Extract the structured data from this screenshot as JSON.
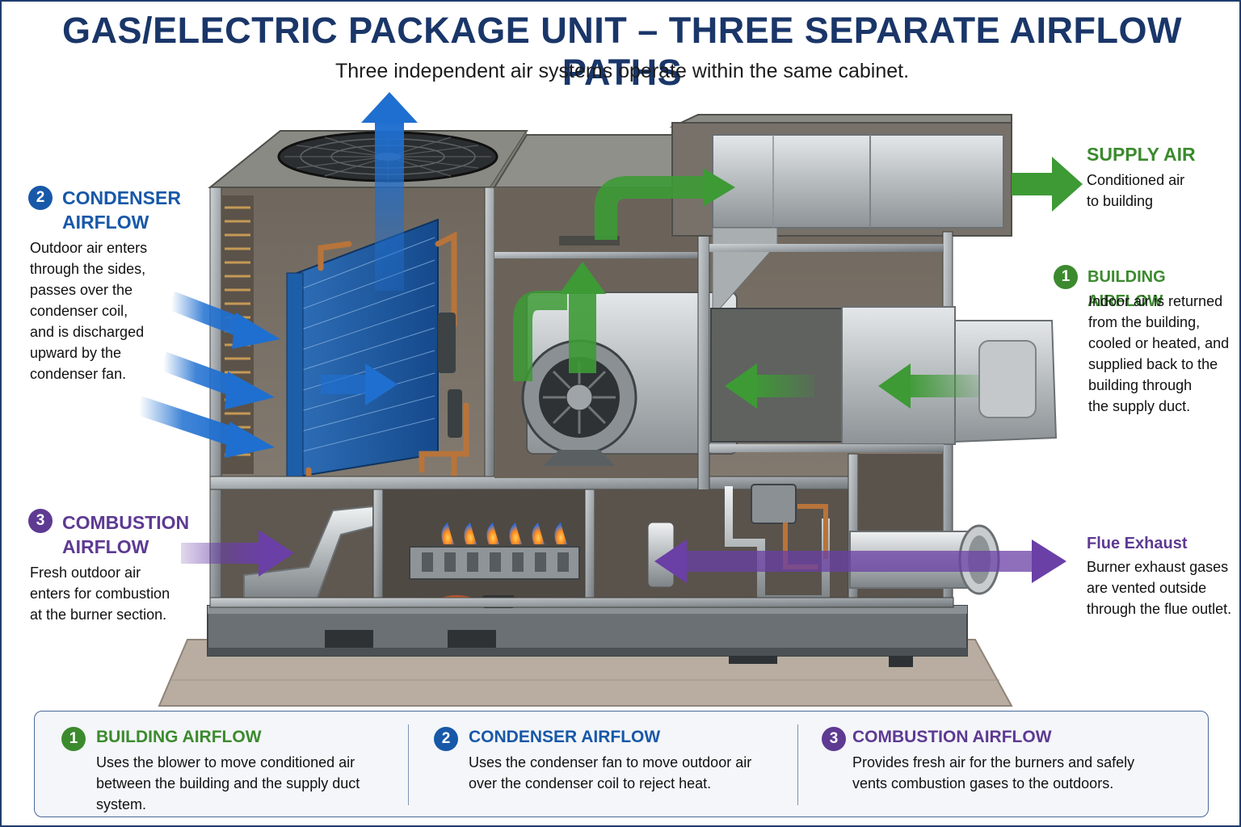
{
  "header": {
    "title": "GAS/ELECTRIC PACKAGE UNIT – THREE SEPARATE AIRFLOW PATHS",
    "subtitle": "Three independent air systems operate within the same cabinet."
  },
  "colors": {
    "navy": "#1a3669",
    "building_green": "#3c8a2e",
    "condenser_blue": "#1858a8",
    "combustion_purple": "#5e3a92"
  },
  "callouts": {
    "condenser": {
      "number": "2",
      "title_line1": "CONDENSER",
      "title_line2": "AIRFLOW",
      "desc": [
        "Outdoor air enters",
        "through the sides,",
        "passes over the",
        "condenser coil,",
        "and is discharged",
        "upward by the",
        "condenser fan."
      ]
    },
    "combustion": {
      "number": "3",
      "title_line1": "COMBUSTION",
      "title_line2": "AIRFLOW",
      "desc": [
        "Fresh outdoor air",
        "enters for combustion",
        "at the burner section."
      ]
    },
    "supply": {
      "title": "SUPPLY AIR",
      "desc": [
        "Conditioned air",
        "to building"
      ]
    },
    "building": {
      "number": "1",
      "title": "BUILDING AIRFLOW",
      "desc": [
        "Indoor air is returned",
        "from the building,",
        "cooled or heated, and",
        "supplied back to the",
        "building through",
        "the supply duct."
      ]
    },
    "flue": {
      "title": "Flue Exhaust",
      "desc": [
        "Burner exhaust gases",
        "are vented outside",
        "through the flue outlet."
      ]
    }
  },
  "legend": [
    {
      "number": "1",
      "title": "BUILDING AIRFLOW",
      "desc": [
        "Uses the blower to move conditioned air",
        "between the building and the supply duct",
        "system."
      ]
    },
    {
      "number": "2",
      "title": "CONDENSER AIRFLOW",
      "desc": [
        "Uses the condenser fan to move outdoor air",
        "over the condenser coil to reject heat."
      ]
    },
    {
      "number": "3",
      "title": "COMBUSTION AIRFLOW",
      "desc": [
        "Provides fresh air for the burners and safely",
        "vents combustion gases to the outdoors."
      ]
    }
  ]
}
